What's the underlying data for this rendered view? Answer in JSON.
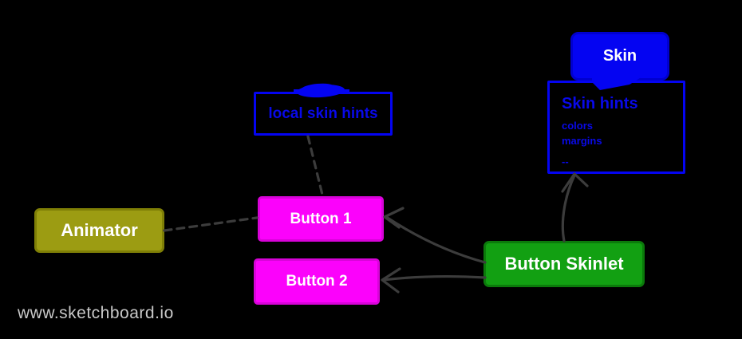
{
  "diagram": {
    "tool_watermark": "www.sketchboard.io",
    "nodes": {
      "skin": {
        "label": "Skin",
        "shape": "filled-box",
        "fill": "#0404f2"
      },
      "skin_hints": {
        "title": "Skin hints",
        "items": [
          "colors",
          "margins",
          "--"
        ],
        "shape": "outlined-box",
        "border": "#0404f2"
      },
      "local_skin_hints": {
        "label": "local skin hints",
        "shape": "outlined-box",
        "border": "#0404f2"
      },
      "animator": {
        "label": "Animator",
        "shape": "filled-box",
        "fill": "#9c9c12"
      },
      "button1": {
        "label": "Button 1",
        "shape": "filled-box",
        "fill": "#fb02fb"
      },
      "button2": {
        "label": "Button 2",
        "shape": "filled-box",
        "fill": "#fb02fb"
      },
      "button_skinlet": {
        "label": "Button Skinlet",
        "shape": "filled-box",
        "fill": "#12a012"
      }
    },
    "edges": [
      {
        "from": "animator",
        "to": "button1",
        "style": "dashed",
        "arrowhead": false
      },
      {
        "from": "local_skin_hints",
        "to": "button1",
        "style": "dashed",
        "arrowhead": false
      },
      {
        "from": "button_skinlet",
        "to": "button1",
        "style": "solid-curved",
        "arrowhead": true
      },
      {
        "from": "button_skinlet",
        "to": "button2",
        "style": "solid",
        "arrowhead": true
      },
      {
        "from": "button_skinlet",
        "to": "skin_hints",
        "style": "solid-curved",
        "arrowhead": true
      },
      {
        "from": "skin",
        "to": "skin_hints",
        "style": "attached-scribble",
        "arrowhead": false
      }
    ],
    "palette": {
      "background": "#000000",
      "blue": "#0404f2",
      "blue_text": "#0909e8",
      "magenta": "#fb02fb",
      "green": "#12a012",
      "olive": "#9c9c12",
      "node_text": "#ffffff",
      "connector_gray": "#3c3c3c",
      "watermark_gray": "#c9c9c9"
    }
  }
}
